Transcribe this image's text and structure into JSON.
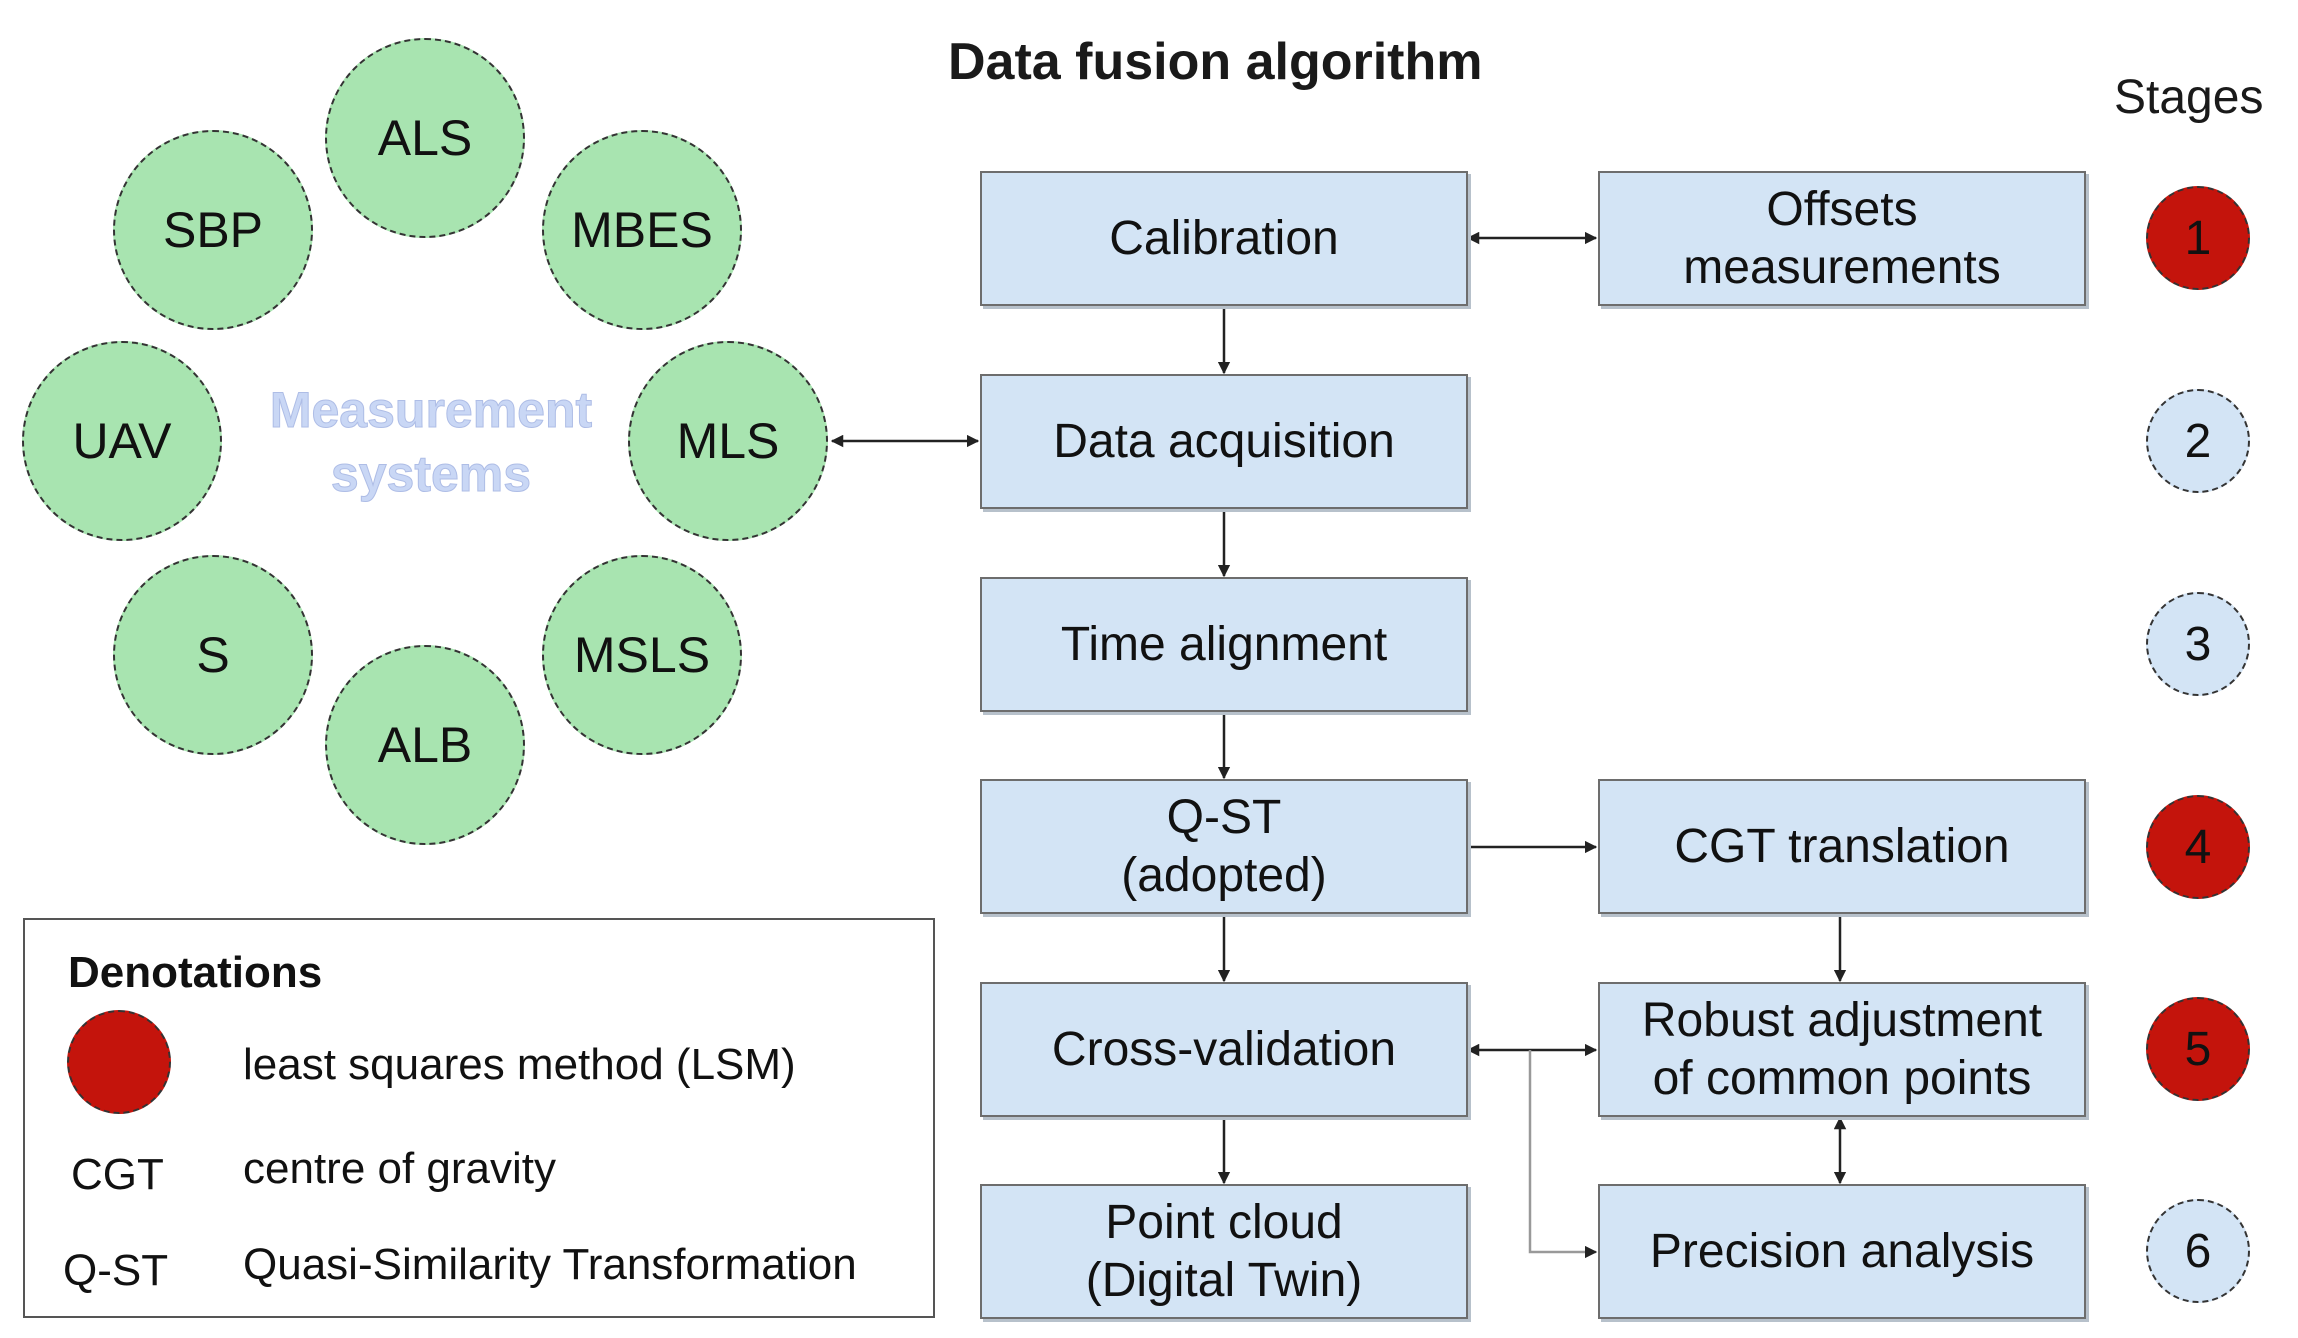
{
  "title": "Data fusion algorithm",
  "stages_label": "Stages",
  "measurement_systems": {
    "label": "Measurement\nsystems",
    "items": [
      "ALS",
      "MBES",
      "MLS",
      "MSLS",
      "ALB",
      "S",
      "UAV",
      "SBP"
    ]
  },
  "flow": {
    "calibration": "Calibration",
    "offsets": "Offsets\nmeasurements",
    "data_acquisition": "Data acquisition",
    "time_alignment": "Time alignment",
    "qst": "Q-ST\n(adopted)",
    "cgt_translation": "CGT translation",
    "cross_validation": "Cross-validation",
    "robust_adjustment": "Robust adjustment\nof common points",
    "point_cloud": "Point cloud\n(Digital Twin)",
    "precision_analysis": "Precision analysis"
  },
  "stages": [
    {
      "number": "1",
      "color": "#c4140c"
    },
    {
      "number": "2",
      "color": "#d3e4f5"
    },
    {
      "number": "3",
      "color": "#d3e4f5"
    },
    {
      "number": "4",
      "color": "#c4140c"
    },
    {
      "number": "5",
      "color": "#c4140c"
    },
    {
      "number": "6",
      "color": "#d3e4f5"
    }
  ],
  "legend": {
    "title": "Denotations",
    "entries": [
      {
        "symbol": "",
        "text": "least squares method (LSM)"
      },
      {
        "symbol": "CGT",
        "text": "centre of gravity"
      },
      {
        "symbol": "Q-ST",
        "text": "Quasi-Similarity Transformation"
      }
    ]
  },
  "colors": {
    "circle_fill": "#a8e4b0",
    "box_fill": "#d3e4f5",
    "stage_red": "#c4140c",
    "center_label": "#c9d7f5"
  }
}
